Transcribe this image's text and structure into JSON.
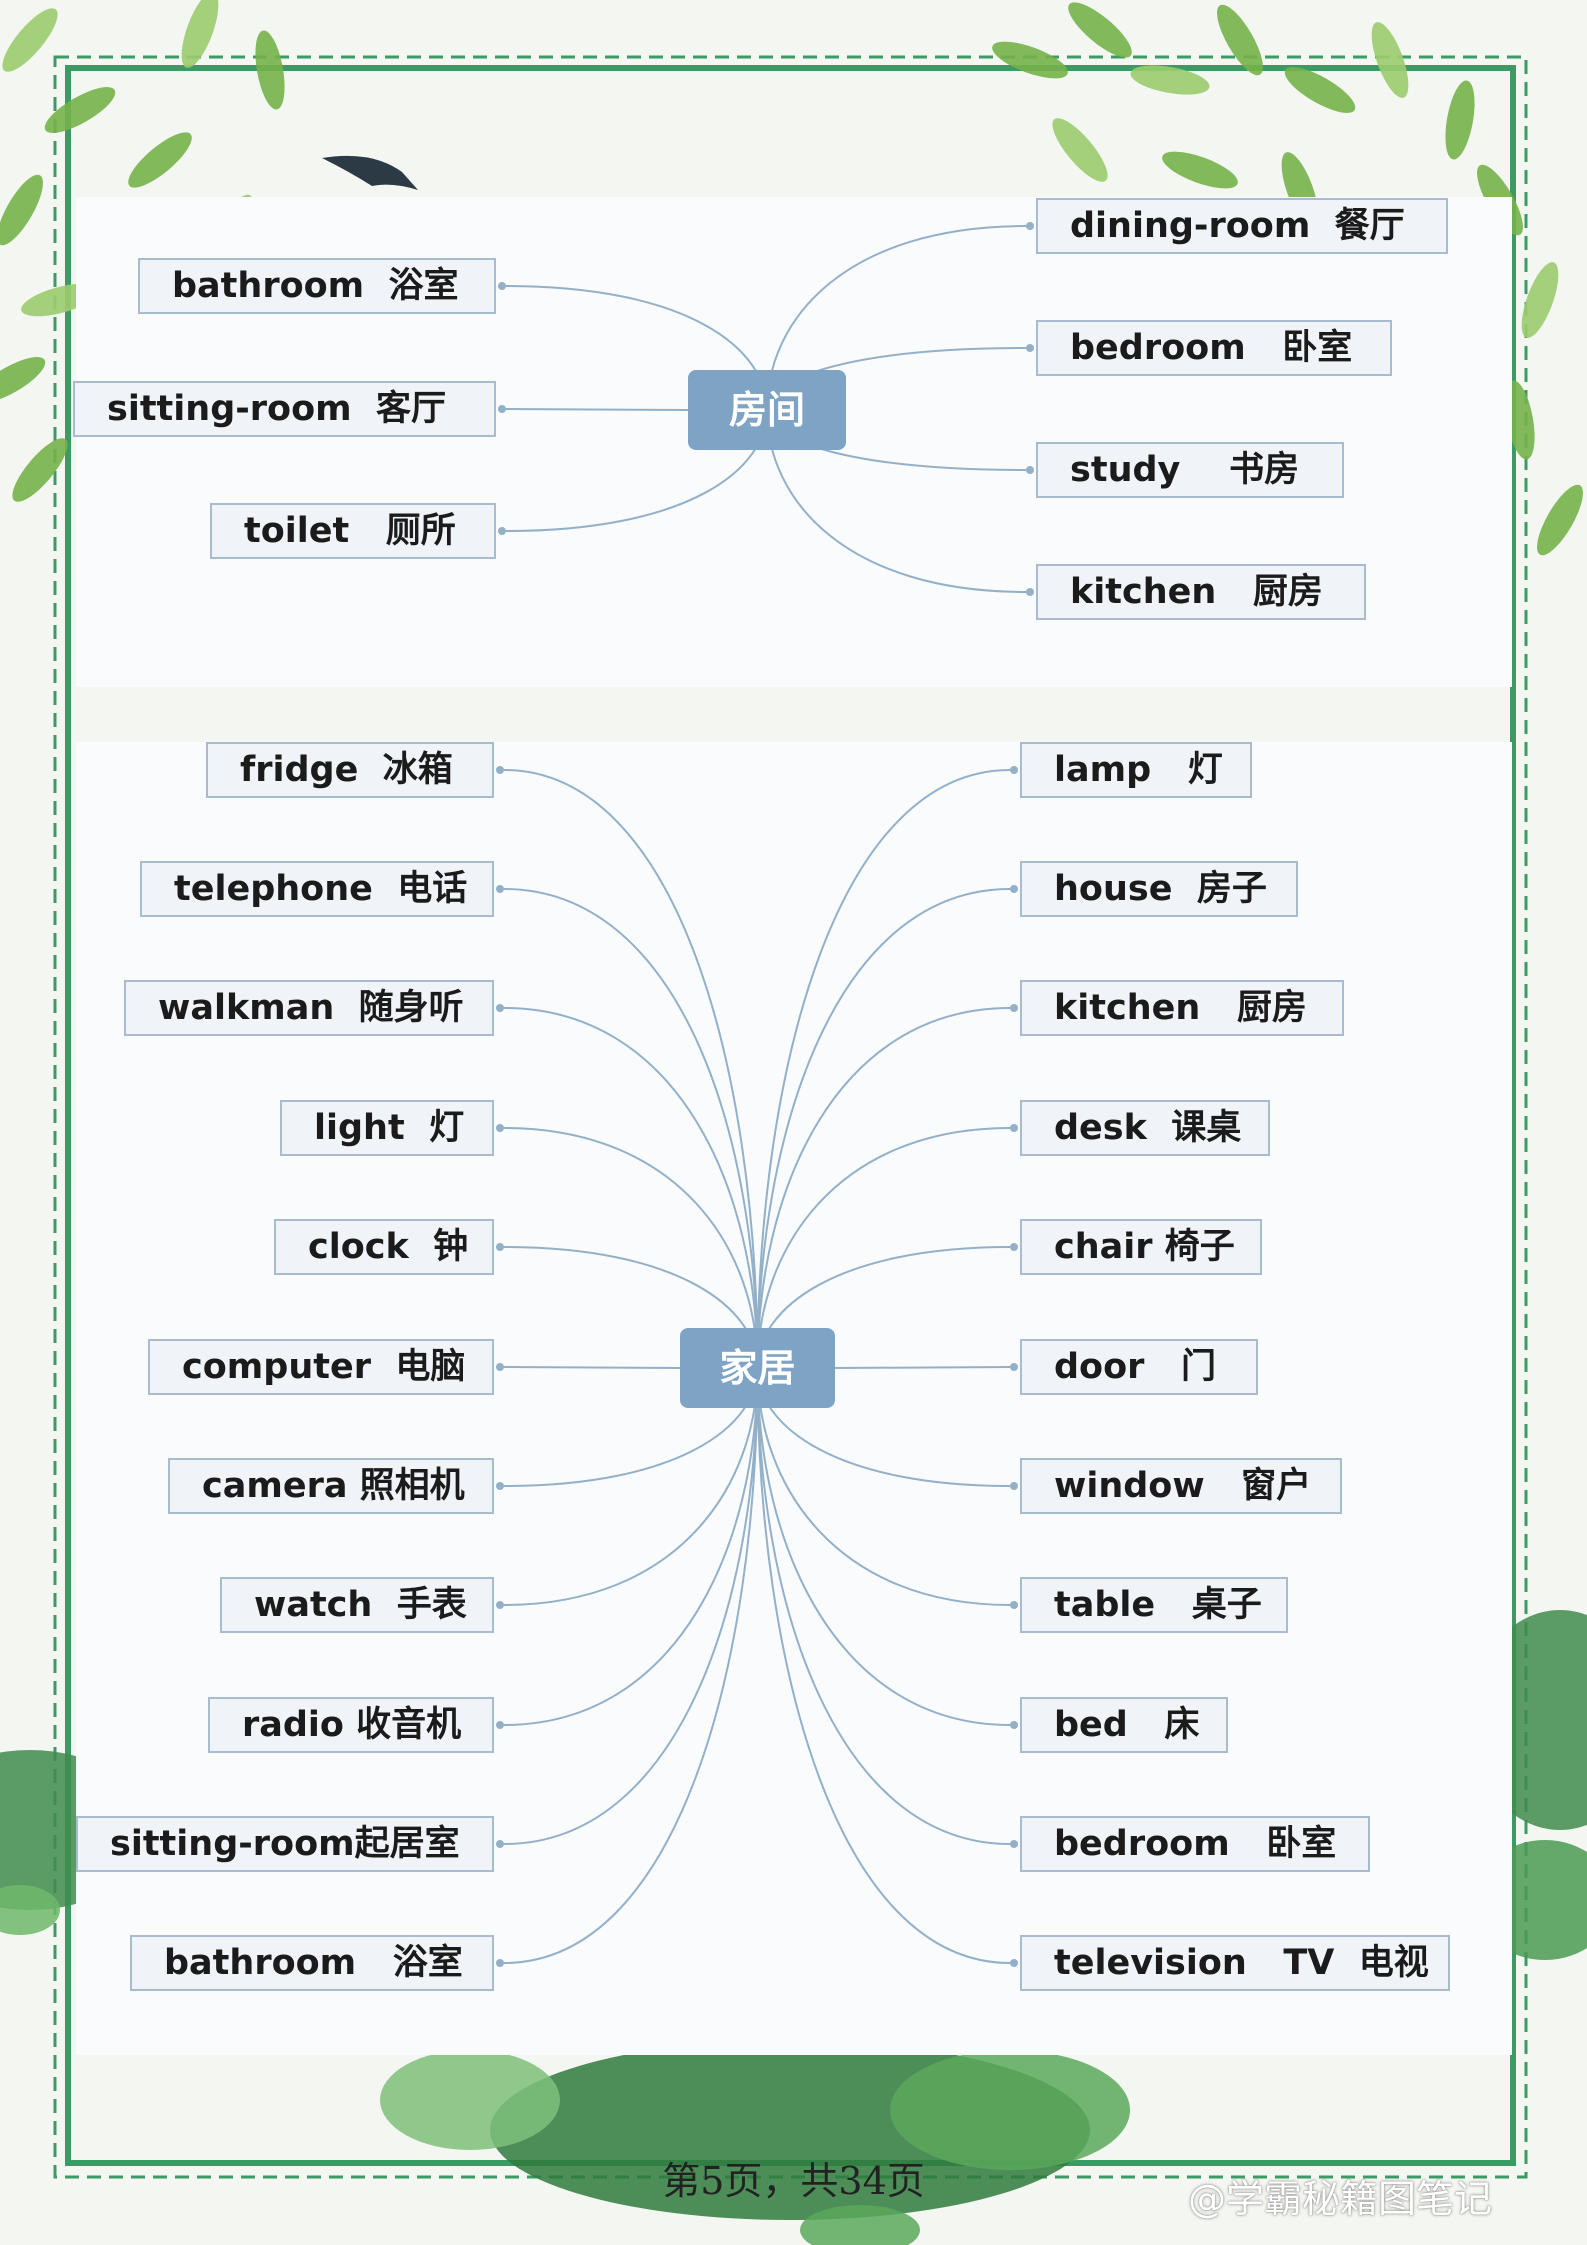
{
  "colors": {
    "accent": "#7fa3c4",
    "connector": "#93b0c9",
    "border": "#3d9a64",
    "leaf": "#74b24a"
  },
  "mindmaps": [
    {
      "center": "房间",
      "left": [
        "bathroom  浴室",
        "sitting-room  客厅",
        "toilet   厕所"
      ],
      "right": [
        "dining-room  餐厅",
        "bedroom   卧室",
        "study    书房",
        "kitchen   厨房"
      ]
    },
    {
      "center": "家居",
      "left": [
        "fridge  冰箱",
        "telephone  电话",
        "walkman  随身听",
        "light  灯",
        "clock  钟",
        "computer  电脑",
        "camera 照相机",
        "watch  手表",
        "radio 收音机",
        "sitting-room起居室",
        "bathroom   浴室"
      ],
      "right": [
        "lamp   灯",
        "house  房子",
        "kitchen   厨房",
        "desk  课桌",
        "chair 椅子",
        "door   门",
        "window   窗户",
        "table   桌子",
        "bed   床",
        "bedroom   卧室",
        "television   TV  电视"
      ]
    }
  ],
  "footer": "第5页，共34页",
  "watermark": "@学霸秘籍图笔记",
  "icons": [
    "leaf-icon",
    "lily-pad-icon",
    "bird-icon"
  ]
}
